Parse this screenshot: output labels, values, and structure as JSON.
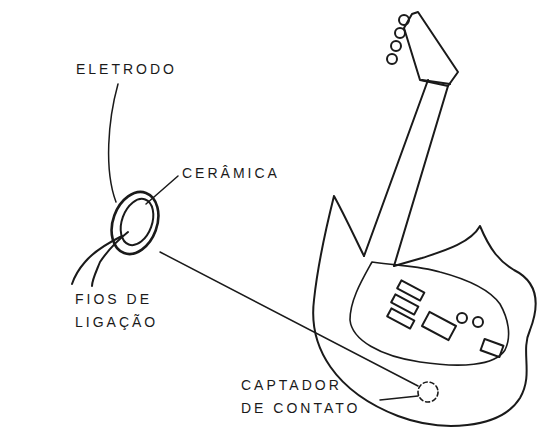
{
  "diagram": {
    "labels": [
      "ELETRODO",
      "CERÂMICA",
      "FIOS DE LIGAÇÃO",
      "CAPTADOR DE CONTATO"
    ]
  }
}
